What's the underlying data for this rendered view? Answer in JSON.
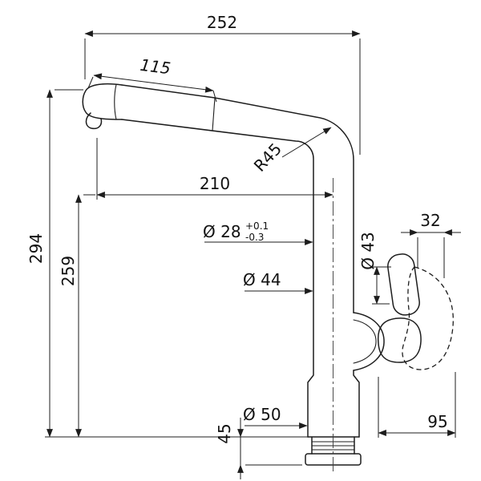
{
  "drawing": {
    "dimensions": {
      "overall_width": "252",
      "spout_front_length": "115",
      "spout_reach": "210",
      "bend_radius": "R45",
      "overall_height": "294",
      "body_height": "259",
      "hose_dia": "Ø 28",
      "hose_dia_tol_plus": "+0.1",
      "hose_dia_tol_minus": "-0.3",
      "handle_base_dia": "Ø 43",
      "pipe_dia": "Ø 44",
      "handle_top_width": "32",
      "base_dia": "Ø 50",
      "shank_height": "45",
      "handle_length": "95"
    }
  }
}
